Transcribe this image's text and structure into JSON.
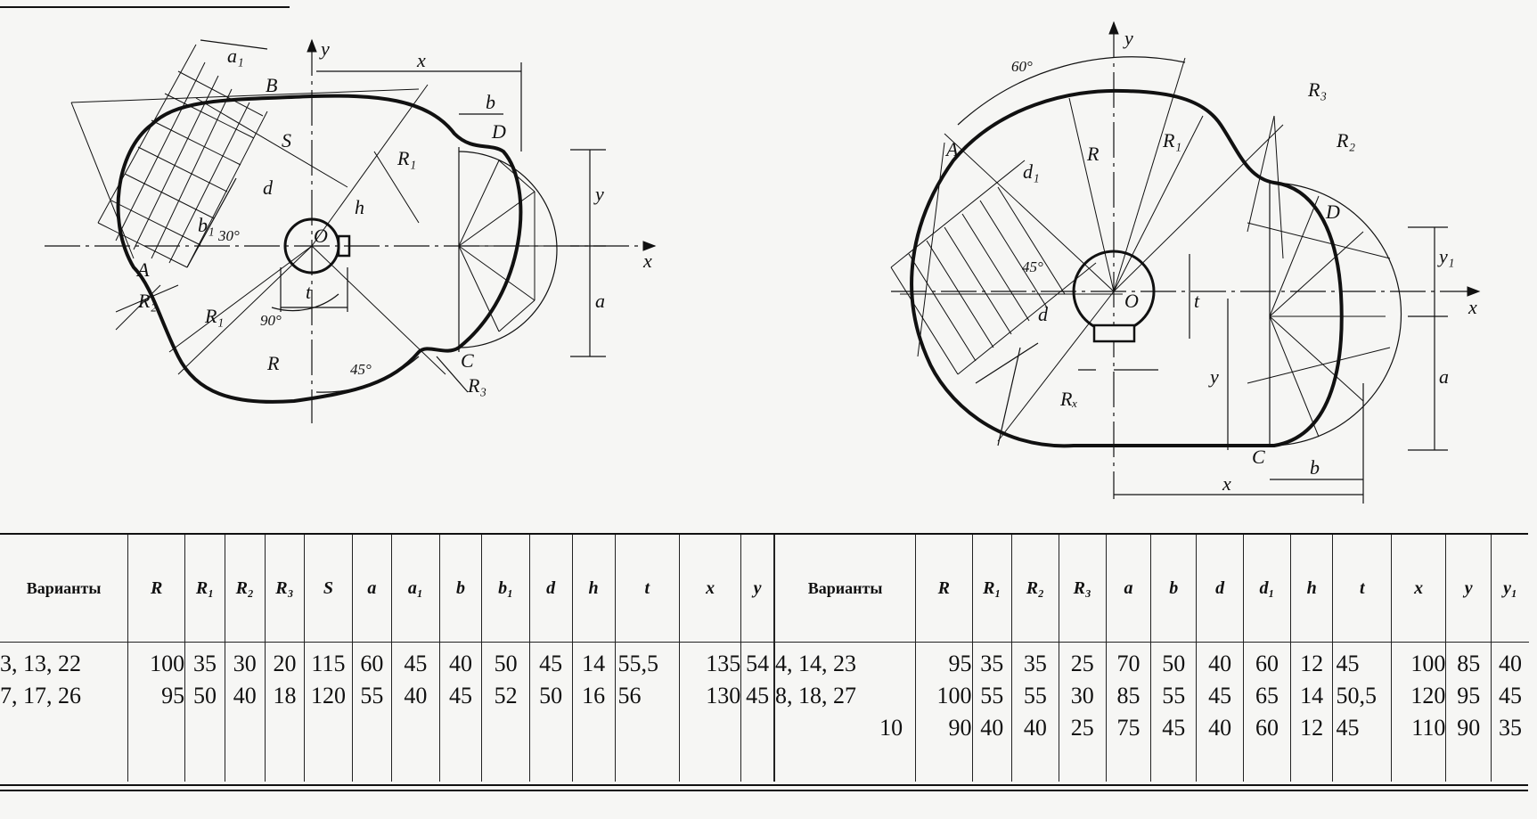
{
  "left_drawing": {
    "labels": {
      "y": "y",
      "x_axis": "x",
      "x_dim": "x",
      "a1": "a₁",
      "B": "B",
      "b": "b",
      "D": "D",
      "S": "S",
      "R1_top": "R₁",
      "d": "d",
      "h": "h",
      "b1": "b₁",
      "angle30": "30°",
      "O": "O",
      "y_dim": "y",
      "A": "A",
      "R2": "R₂",
      "t": "t",
      "R1": "R₁",
      "angle90": "90°",
      "a": "a",
      "R": "R",
      "angle45": "45°",
      "C": "C",
      "R3": "R₃"
    }
  },
  "right_drawing": {
    "labels": {
      "y": "y",
      "angle60": "60°",
      "R3": "R₃",
      "R": "R",
      "R1": "R₁",
      "R2": "R₂",
      "A": "A",
      "d1": "d₁",
      "D": "D",
      "y1": "y₁",
      "x_axis": "x",
      "angle45": "45°",
      "d": "d",
      "O": "O",
      "t": "t",
      "y_dim": "y",
      "a": "a",
      "Rx": "Rₓ",
      "C": "C",
      "b": "b",
      "x_dim": "x"
    }
  },
  "table_left": {
    "headers": [
      "Варианты",
      "R",
      "R₁",
      "R₂",
      "R₃",
      "S",
      "a",
      "a₁",
      "b",
      "b₁",
      "d",
      "h",
      "t",
      "x",
      "y"
    ],
    "rows": [
      [
        "3, 13, 22",
        "100",
        "35",
        "30",
        "20",
        "115",
        "60",
        "45",
        "40",
        "50",
        "45",
        "14",
        "55,5",
        "135",
        "54"
      ],
      [
        "7, 17, 26",
        "95",
        "50",
        "40",
        "18",
        "120",
        "55",
        "40",
        "45",
        "52",
        "50",
        "16",
        "56",
        "130",
        "45"
      ]
    ]
  },
  "table_right": {
    "headers": [
      "Варианты",
      "R",
      "R₁",
      "R₂",
      "R₃",
      "a",
      "b",
      "d",
      "d₁",
      "h",
      "t",
      "x",
      "y",
      "y₁"
    ],
    "rows": [
      [
        "4, 14, 23",
        "95",
        "35",
        "35",
        "25",
        "70",
        "50",
        "40",
        "60",
        "12",
        "45",
        "100",
        "85",
        "40"
      ],
      [
        "8, 18, 27",
        "100",
        "55",
        "55",
        "30",
        "85",
        "55",
        "45",
        "65",
        "14",
        "50,5",
        "120",
        "95",
        "45"
      ],
      [
        "10",
        "90",
        "40",
        "40",
        "25",
        "75",
        "45",
        "40",
        "60",
        "12",
        "45",
        "110",
        "90",
        "35"
      ]
    ]
  }
}
